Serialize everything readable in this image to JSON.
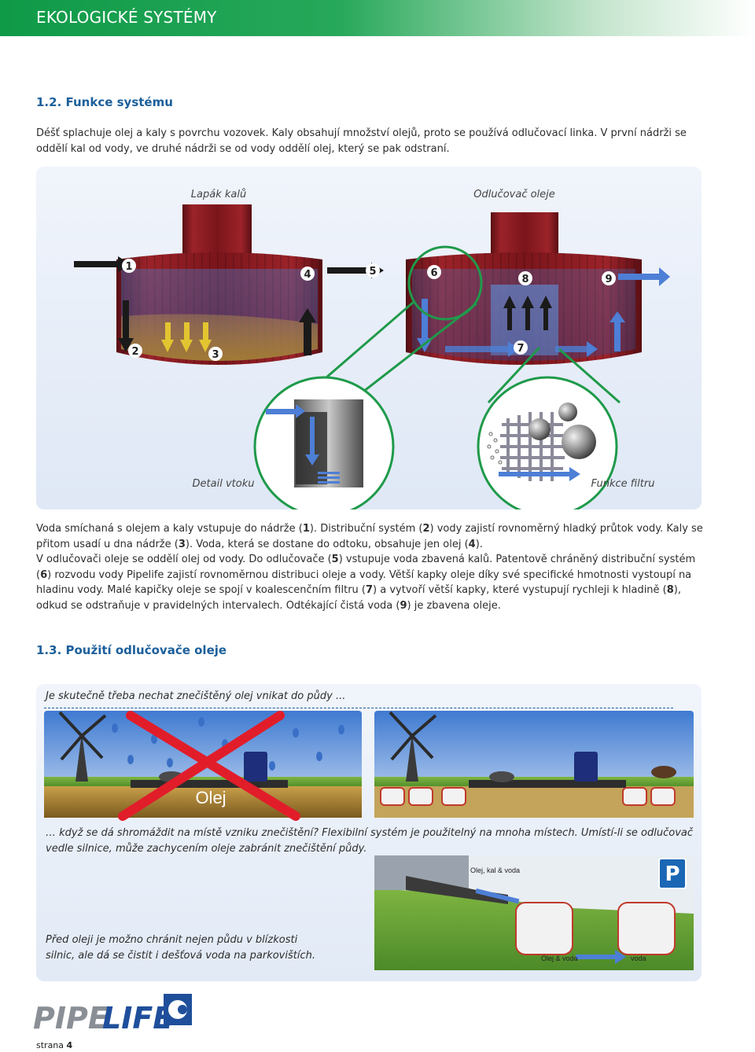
{
  "header": {
    "title": "EKOLOGICKÉ SYSTÉMY"
  },
  "section1": {
    "heading": "1.2. Funkce systému",
    "intro": "Déšť splachuje olej a kaly s povrchu vozovek. Kaly obsahují množství olejů, proto se používá odlučovací linka. V první nádrži se oddělí kal od vody, ve druhé nádrži se od vody oddělí olej, který se pak odstraní.",
    "figure": {
      "label_left": "Lapák kalů",
      "label_right": "Odlučovač oleje",
      "label_detail": "Detail vtoku",
      "label_filter": "Funkce filtru",
      "markers": [
        "1",
        "2",
        "3",
        "4",
        "5",
        "6",
        "7",
        "8",
        "9"
      ]
    },
    "body": {
      "p1_a": "Voda smíchaná s olejem a kaly vstupuje do nádrže (",
      "p1_n1": "1",
      "p1_b": "). Distribuční systém (",
      "p1_n2": "2",
      "p1_c": ") vody zajistí rovnoměrný hladký průtok vody. Kaly se přitom usadí u dna nádrže (",
      "p1_n3": "3",
      "p1_d": "). Voda, která se dostane  do odtoku, obsahuje jen olej (",
      "p1_n4": "4",
      "p1_e": ").",
      "p2_a": "V odlučovači oleje se oddělí olej od vody. Do odlučovače (",
      "p2_n5": "5",
      "p2_b": ") vstupuje voda zbavená kalů. Patentově chráněný distribuční systém (",
      "p2_n6": "6",
      "p2_c": ") rozvodu vody Pipelife zajistí rovnoměrnou distribuci oleje a vody. Větší kapky oleje díky své specifické hmotnosti vystoupí na hladinu vody. Malé kapičky oleje se spojí v koalescenčním filtru (",
      "p2_n7": "7",
      "p2_d": ") a vytvoří větší kapky, které vystupují rychleji k hladině (",
      "p2_n8": "8",
      "p2_e": "), odkud se odstraňuje v pravidel­ných intervalech. Odtékající čistá voda (",
      "p2_n9": "9",
      "p2_f": ") je zbavena oleje."
    }
  },
  "section2": {
    "heading": "1.3. Použití odlučovače oleje",
    "question": "Je skutečně třeba nechat znečištěný olej vnikat do půdy ...",
    "oil_label": "Olej",
    "caption1": "… když se dá shromáždit na místě vzniku znečištění? Flexibilní systém je použitelný na mnoha místech. Umístí-li se odlučovač vedle silnice, může zachycením oleje zabránit znečištění půdy.",
    "caption2": "Před oleji je možno chránit nejen půdu v blízkosti silnic, ale dá se čistit i dešťová voda na parkovištích.",
    "parking_labels": {
      "top": "Olej, kal & voda",
      "bottom_left": "Olej & voda",
      "bottom_right": "voda",
      "sign": "P"
    }
  },
  "footer": {
    "logo_pipe": "PIPE",
    "logo_life": "LIFE",
    "page_label": "strana",
    "page_number": "4"
  },
  "colors": {
    "brand_green": "#0f9a48",
    "heading_blue": "#1b5f9b",
    "tank_red": "#8c1a1f",
    "water_blue": "#3d6fc2",
    "circle_green": "#1f9a4a"
  }
}
